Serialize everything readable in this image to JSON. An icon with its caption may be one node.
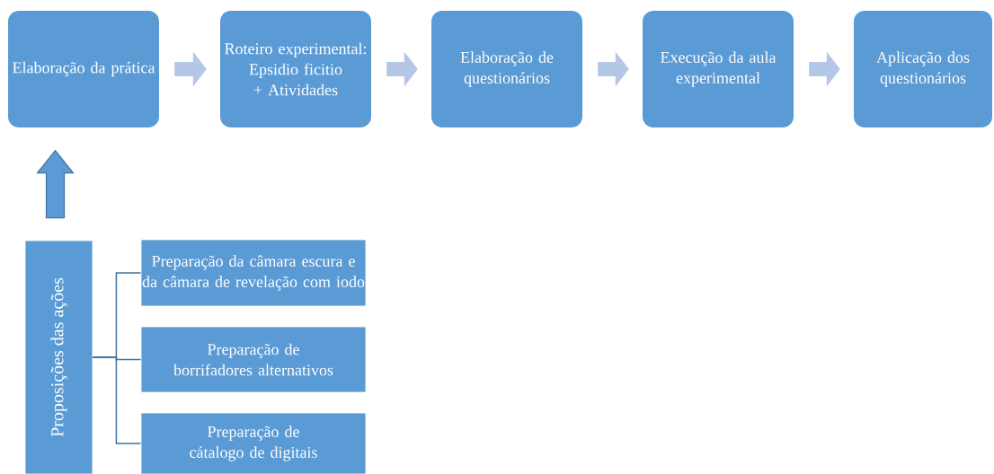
{
  "diagram": {
    "nodes": [
      {
        "text": [
          "Elaboração da prática"
        ]
      },
      {
        "text": [
          "Roteiro experimental: Epsidio ficitio + Atividades"
        ]
      },
      {
        "text": [
          "Elaboração de questionários"
        ]
      },
      {
        "text": [
          "Execução da aula experimental"
        ]
      },
      {
        "text": [
          "Aplicação dos questionários"
        ]
      },
      {
        "text": [
          "Proposições das ações"
        ]
      },
      {
        "text": [
          "Preparação da câmara escura e da câmara de revelação com iodo"
        ]
      },
      {
        "text": [
          "Preparação de borrifadores alternativos"
        ]
      },
      {
        "text": [
          "Preparação de cátalogo de digitais"
        ]
      }
    ],
    "edges": [
      {
        "from": 0,
        "to": 1,
        "arrow": "to"
      },
      {
        "from": 1,
        "to": 2,
        "arrow": "to"
      },
      {
        "from": 2,
        "to": 3,
        "arrow": "to"
      },
      {
        "from": 3,
        "to": 4,
        "arrow": "to"
      },
      {
        "from": 5,
        "to": 0,
        "arrow": "to"
      },
      {
        "from": 5,
        "to": 6,
        "arrow": "none",
        "color": "#41719c"
      },
      {
        "from": 5,
        "to": 7,
        "arrow": "none",
        "color": "#41719c"
      },
      {
        "from": 5,
        "to": 8,
        "arrow": "none",
        "color": "#41719c"
      }
    ]
  }
}
